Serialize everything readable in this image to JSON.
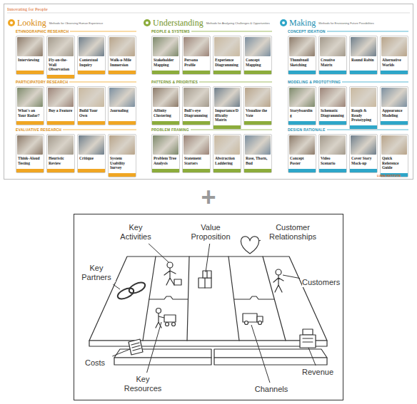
{
  "diagram": {
    "nodes": [
      {
        "text": [
          "Innovating for People"
        ]
      },
      {
        "text": [
          "Interviewing"
        ],
        "in": 0
      },
      {
        "text": [
          "Fly-on-the-Wall Observation"
        ],
        "in": 0
      },
      {
        "text": [
          "Contextual Inquiry"
        ],
        "in": 0
      },
      {
        "text": [
          "Walk-a-Mile Immersion"
        ],
        "in": 0
      },
      {
        "text": [
          "What's on Your Radar?"
        ],
        "in": 0
      },
      {
        "text": [
          "Buy a Feature"
        ],
        "in": 0
      },
      {
        "text": [
          "Build Your Own"
        ],
        "in": 0
      },
      {
        "text": [
          "Journaling"
        ],
        "in": 0
      },
      {
        "text": [
          "Think-Aloud Testing"
        ],
        "in": 0
      },
      {
        "text": [
          "Heuristic Review"
        ],
        "in": 0
      },
      {
        "text": [
          "Critique"
        ],
        "in": 0
      },
      {
        "text": [
          "System Usability Survey"
        ],
        "in": 0
      },
      {
        "text": [
          "Stakeholder Mapping"
        ],
        "in": 0
      },
      {
        "text": [
          "Persona Profile"
        ],
        "in": 0
      },
      {
        "text": [
          "Experience Diagramming"
        ],
        "in": 0
      },
      {
        "text": [
          "Concept Mapping"
        ],
        "in": 0
      },
      {
        "text": [
          "Affinity Clustering"
        ],
        "in": 0
      },
      {
        "text": [
          "Bull's-eye Diagramming"
        ],
        "in": 0
      },
      {
        "text": [
          "Importance/Difficulty Matrix"
        ],
        "in": 0
      },
      {
        "text": [
          "Visualize the Vote"
        ],
        "in": 0
      },
      {
        "text": [
          "Problem Tree Analysis"
        ],
        "in": 0
      },
      {
        "text": [
          "Statement Starters"
        ],
        "in": 0
      },
      {
        "text": [
          "Abstraction Laddering"
        ],
        "in": 0
      },
      {
        "text": [
          "Rose, Thorn, Bud"
        ],
        "in": 0
      },
      {
        "text": [
          "Thumbnail Sketching"
        ],
        "in": 0
      },
      {
        "text": [
          "Creative Matrix"
        ],
        "in": 0
      },
      {
        "text": [
          "Round Robin"
        ],
        "in": 0
      },
      {
        "text": [
          "Alternative Worlds"
        ],
        "in": 0
      },
      {
        "text": [
          "Storyboarding"
        ],
        "in": 0
      },
      {
        "text": [
          "Schematic Diagramming"
        ],
        "in": 0
      },
      {
        "text": [
          "Rough & Ready Prototyping"
        ],
        "in": 0
      },
      {
        "text": [
          "Appearance Modeling"
        ],
        "in": 0
      },
      {
        "text": [
          "Concept Poster"
        ],
        "in": 0
      },
      {
        "text": [
          "Video Scenario"
        ],
        "in": 0
      },
      {
        "text": [
          "Cover Story Mock-up"
        ],
        "in": 0
      },
      {
        "text": [
          "Quick Reference Guide"
        ],
        "in": 0
      }
    ],
    "labels": [
      "Looking",
      "Methods for Observing Human Experience",
      "Understanding",
      "Methods for Analyzing Challenges & Opportunities",
      "Making",
      "Methods for Envisioning Future Possibilities",
      "ETHNOGRAPHIC RESEARCH",
      "PARTICIPATORY RESEARCH",
      "EVALUATIVE RESEARCH",
      "PEOPLE & SYSTEMS",
      "PATTERNS & PRIORITIES",
      "PROBLEM FRAMING",
      "CONCEPT IDEATION",
      "MODELING & PROTOTYPING",
      "DESIGN RATIONALE",
      "LUMA INSTITUTE",
      "+",
      "Key Activities",
      "Value Proposition",
      "Customer Relationships",
      "Key Partners",
      "Customers",
      "Costs",
      "Key Resources",
      "Channels",
      "Revenue"
    ]
  }
}
